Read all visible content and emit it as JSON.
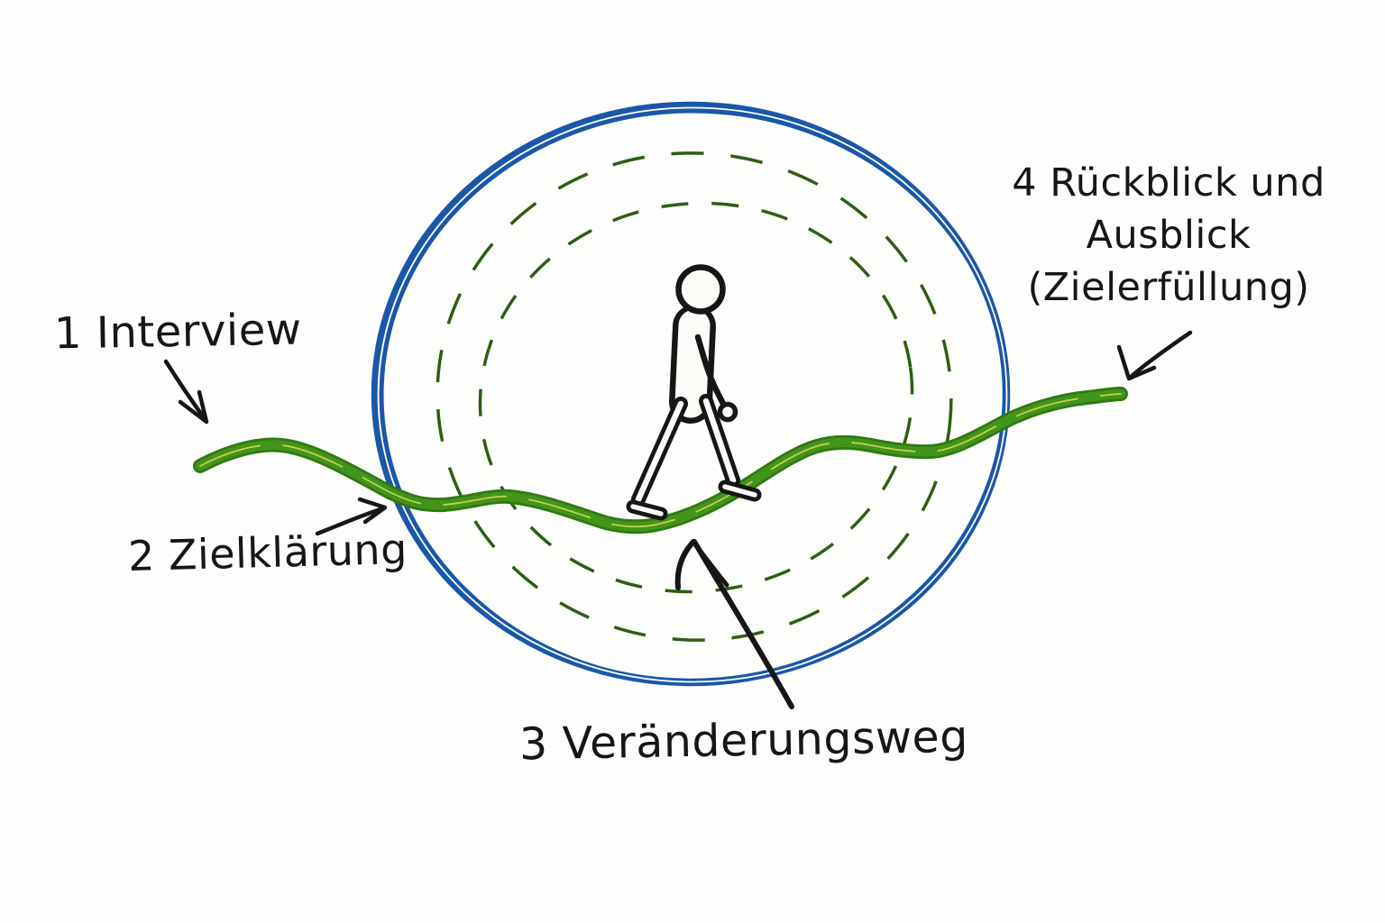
{
  "labels": {
    "step1": "1 Interview",
    "step2": "2 Zielklärung",
    "step3": "3 Veränderungsweg",
    "step4_line1": "4 Rückblick und",
    "step4_line2": "Ausblick",
    "step4_line3": "(Zielerfüllung)"
  },
  "colors": {
    "background": "#fdfdfc",
    "ink": "#161616",
    "circle_blue": "#1a57a8",
    "dashed_green": "#2c5e14",
    "path_edge_green": "#2e7a10",
    "path_green": "#43941c",
    "path_stripe": "#bed24a",
    "figure_fill": "#fbfbf8",
    "seam_white": "#fdfdfc"
  }
}
